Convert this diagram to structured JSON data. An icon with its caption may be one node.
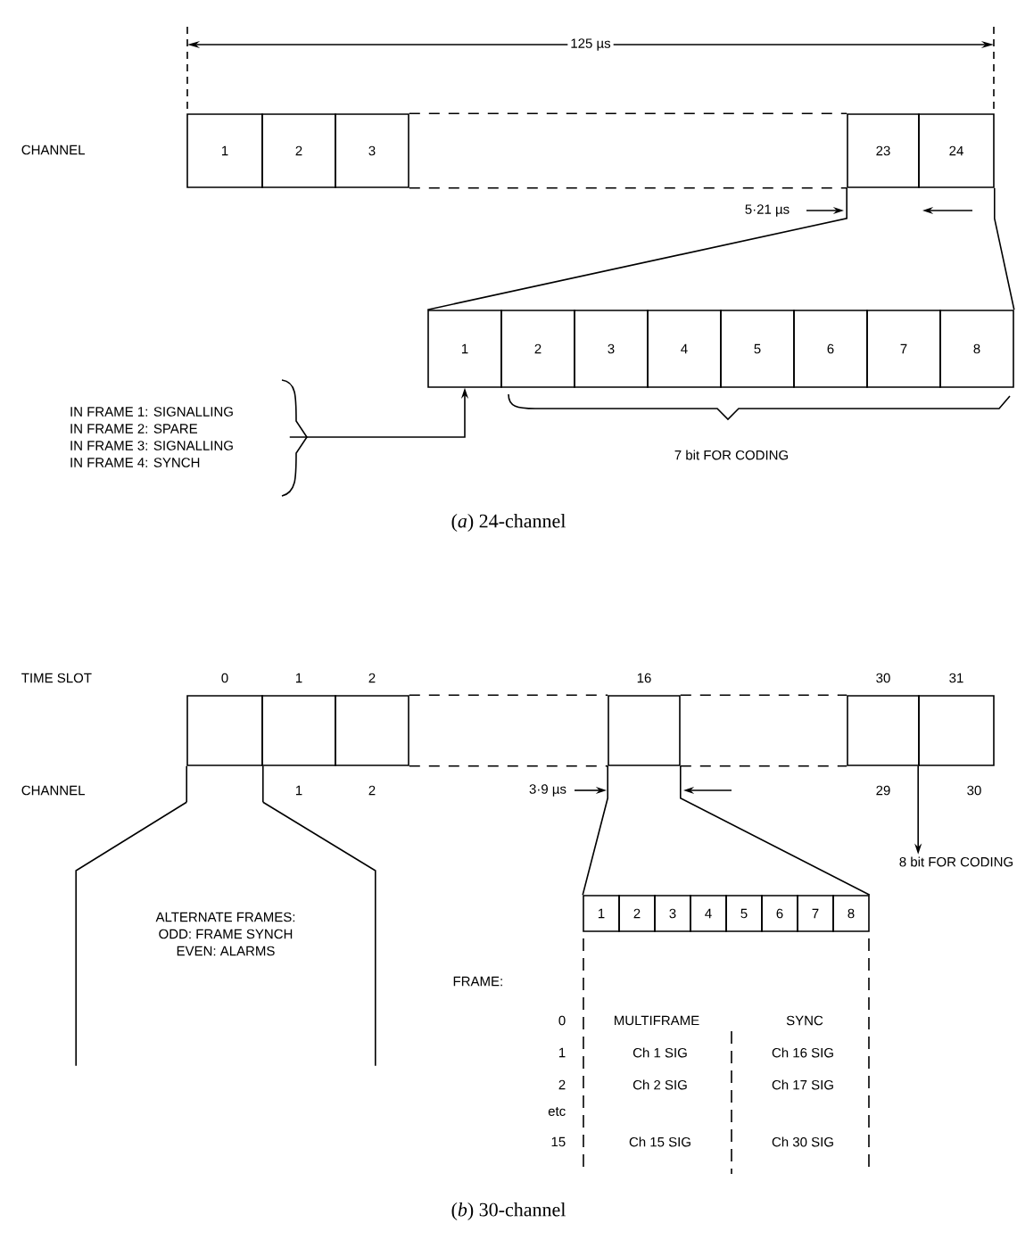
{
  "diagram": {
    "nodes": [
      {
        "text": [
          "1"
        ]
      },
      {
        "text": [
          "2"
        ]
      },
      {
        "text": [
          "3"
        ]
      },
      {
        "text": [
          "23"
        ]
      },
      {
        "text": [
          "24"
        ]
      },
      {
        "text": [
          "1"
        ]
      },
      {
        "text": [
          "2"
        ]
      },
      {
        "text": [
          "3"
        ]
      },
      {
        "text": [
          "4"
        ]
      },
      {
        "text": [
          "5"
        ]
      },
      {
        "text": [
          "6"
        ]
      },
      {
        "text": [
          "7"
        ]
      },
      {
        "text": [
          "8"
        ]
      },
      {
        "text": [
          "IN FRAME 1: SIGNALLING",
          "IN FRAME 2: SPARE",
          "IN FRAME 3: SIGNALLING",
          "IN FRAME 4: SYNCH"
        ]
      },
      {
        "text": [],
        "shape": "box",
        "beside": [
          "0"
        ]
      },
      {
        "text": [],
        "shape": "box",
        "beside": [
          "1"
        ]
      },
      {
        "text": [],
        "shape": "box",
        "beside": [
          "2"
        ]
      },
      {
        "text": [],
        "shape": "box",
        "beside": [
          "16"
        ]
      },
      {
        "text": [],
        "shape": "box",
        "beside": [
          "30"
        ]
      },
      {
        "text": [],
        "shape": "box",
        "beside": [
          "31"
        ]
      },
      {
        "text": [
          "1"
        ]
      },
      {
        "text": [
          "2"
        ]
      },
      {
        "text": [
          "3"
        ]
      },
      {
        "text": [
          "4"
        ]
      },
      {
        "text": [
          "5"
        ]
      },
      {
        "text": [
          "6"
        ]
      },
      {
        "text": [
          "7"
        ]
      },
      {
        "text": [
          "8"
        ]
      },
      {
        "text": [
          "ALTERNATE FRAMES:",
          "ODD: FRAME SYNCH",
          "EVEN: ALARMS"
        ]
      },
      {
        "text": [
          "8 bit FOR CODING"
        ]
      }
    ],
    "edges": [
      {
        "from": 3,
        "to": 5,
        "arrow": "none"
      },
      {
        "from": 4,
        "to": 12,
        "arrow": "none"
      },
      {
        "from": 13,
        "to": 5,
        "arrow": "to"
      },
      {
        "from": 14,
        "to": 28,
        "arrow": "none"
      },
      {
        "from": 14,
        "to": 28,
        "arrow": "none"
      },
      {
        "from": 17,
        "to": 20,
        "arrow": "none"
      },
      {
        "from": 17,
        "to": 27,
        "arrow": "none"
      },
      {
        "from": 19,
        "to": 29,
        "arrow": "to"
      },
      {
        "from": 2,
        "to": 3,
        "arrow": "none",
        "style": "dashed"
      },
      {
        "from": 2,
        "to": 3,
        "arrow": "none",
        "style": "dashed"
      },
      {
        "from": 16,
        "to": 17,
        "arrow": "none",
        "style": "dashed"
      },
      {
        "from": 16,
        "to": 17,
        "arrow": "none",
        "style": "dashed"
      },
      {
        "from": 17,
        "to": 18,
        "arrow": "none",
        "style": "dashed"
      },
      {
        "from": 17,
        "to": 18,
        "arrow": "none",
        "style": "dashed"
      }
    ],
    "labels": [
      "125 µs",
      "CHANNEL",
      "5·21 µs",
      "7 bit FOR CODING",
      "(*a*) 24-channel",
      "TIME SLOT",
      "CHANNEL",
      "1",
      "2",
      "3·9 µs",
      "29",
      "30",
      "FRAME:",
      "0",
      "MULTIFRAME",
      "SYNC",
      "1",
      "Ch 1 SIG",
      "Ch 16 SIG",
      "2",
      "Ch 2 SIG",
      "Ch 17 SIG",
      "etc",
      "15",
      "Ch 15 SIG",
      "Ch 30 SIG",
      "(*b*) 30-channel"
    ]
  }
}
